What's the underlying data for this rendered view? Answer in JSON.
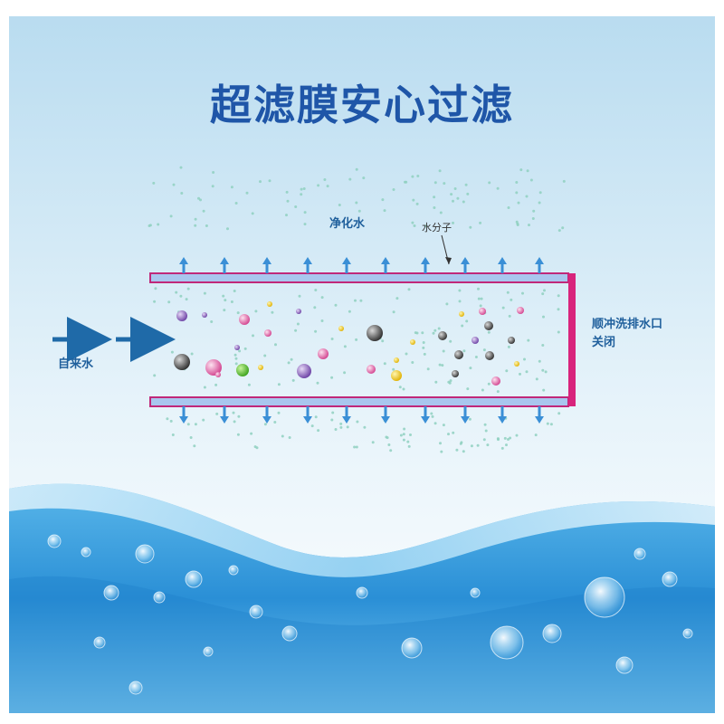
{
  "title": "超滤膜安心过滤",
  "labels": {
    "purified_water": "净化水",
    "water_molecule": "水分子",
    "flush_outlet_line1": "顺冲洗排水口",
    "flush_outlet_line2": "关闭",
    "tap_water": "自来水"
  },
  "colors": {
    "title": "#1f56a8",
    "label": "#1f5f9c",
    "membrane_fill": "#a9c6ee",
    "membrane_border": "#c0287a",
    "arrow": "#3a8fd6",
    "inlet_arrow": "#1f6aa8"
  }
}
